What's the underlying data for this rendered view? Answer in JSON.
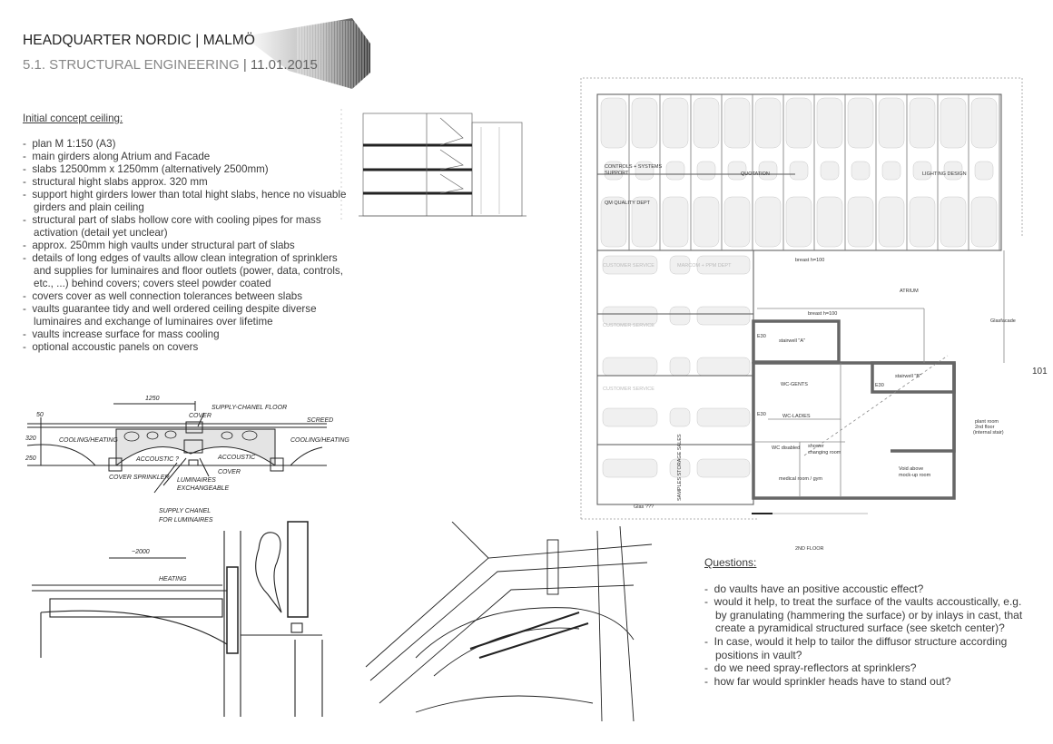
{
  "header": {
    "title": "HEADQUARTER NORDIC | MALMÖ",
    "section": "5.1.  STRUCTURAL ENGINEERING",
    "date": "| 11.01.2015"
  },
  "concept": {
    "heading": "Initial concept ceiling:",
    "items": [
      "plan M 1:150 (A3)",
      "main girders along Atrium and Facade",
      "slabs 12500mm x 1250mm (alternatively 2500mm)",
      "structural hight slabs approx. 320 mm",
      "support hight girders lower than total hight slabs, hence no visuable girders and plain ceiling",
      "structural part of slabs hollow core with cooling pipes for mass activation (detail yet unclear)",
      "approx. 250mm high vaults under structural part of slabs",
      "details of long edges of vaults allow clean integration of sprinklers and supplies for luminaires and floor outlets (power, data, controls, etc., ...) behind covers; covers steel powder coated",
      "covers cover as well connection tolerances between slabs",
      "vaults guarantee tidy and well ordered ceiling despite diverse luminaires and exchange of luminaires over lifetime",
      "vaults increase surface for mass cooling",
      "optional accoustic panels on covers"
    ]
  },
  "questions": {
    "heading": "Questions:",
    "items": [
      "do vaults have an positive accoustic effect?",
      "would it help, to treat the surface of the vaults accoustically, e.g. by granulating (hammering the surface) or by inlays in cast, that create a pyramidical structured surface (see sketch center)?",
      "In case, would it help to tailor the diffusor structure according positions in vault?",
      "do we need spray-reflectors at sprinklers?",
      "how far would sprinkler heads have to stand out?"
    ]
  },
  "sketch": {
    "dim_width": "1250",
    "dim_50": "50",
    "dim_320": "320",
    "dim_250": "250",
    "supply_floor": "SUPPLY-CHANEL FLOOR",
    "cover_top": "COVER",
    "screed": "SCREED",
    "cooling_left": "COOLING/HEATING",
    "cooling_right": "COOLING/HEATING",
    "acoustic_q": "ACCOUSTIC ?",
    "acoustic": "ACCOUSTIC",
    "cover_sprinkler": "COVER SPRINKLER",
    "cover_right": "COVER",
    "luminaires": "LUMINAIRES",
    "exchangeable": "EXCHANGEABLE",
    "supply_lum1": "SUPPLY CHANEL",
    "supply_lum2": "FOR LUMINAIRES",
    "dim_2000": "~2000",
    "heating": "HEATING"
  },
  "plan": {
    "page_number": "101",
    "floor_label": "2ND FLOOR",
    "rooms": {
      "controls1": "CONTROLS + SYSTEMS",
      "controls2": "SUPPORT",
      "quotation": "QUOTATION",
      "lighting": "LIGHTING DESIGN",
      "qm": "QM QUALITY DEPT",
      "cs1": "CUSTOMER SERVICE",
      "cs2": "CUSTOMER SERVICE",
      "cs3": "CUSTOMER SERVICE",
      "marcom": "MARCOM + PPM DEPT",
      "breast1": "breast h=100",
      "breast2": "breast h=100",
      "atrium": "ATRIUM",
      "glasfacade": "Glasfacade",
      "stair_a": "stairwell \"A\"",
      "stair_b": "stairwell \"B\"",
      "wc_gents": "WC-GENTS",
      "wc_ladies": "WC-LADIES",
      "wc_disabled": "WC disabled",
      "shower1": "shower",
      "shower2": "changing room",
      "medical": "medical room / gym",
      "plant1": "plant room",
      "plant2": "2nd floor",
      "plant3": "(internal stair)",
      "void1": "Void above",
      "void2": "mock-up room",
      "samples": "SAMPLES STORAGE SALES",
      "glas": "Glas ???",
      "e30a": "E30",
      "e30b": "E30",
      "e30c": "E30"
    }
  }
}
